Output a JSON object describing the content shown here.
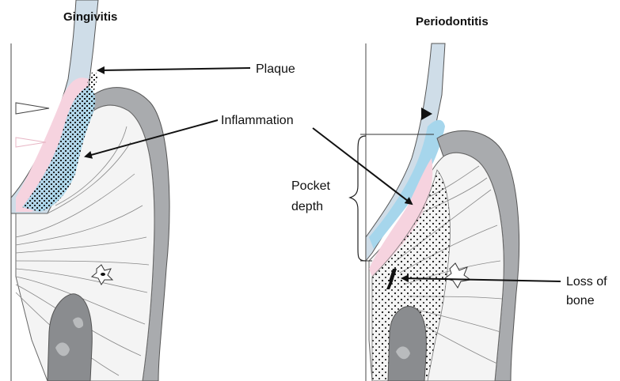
{
  "panels": [
    {
      "title": "Gingivitis"
    },
    {
      "title": "Periodontitis"
    }
  ],
  "labels": {
    "plaque": "Plaque",
    "inflammation": "Inflammation",
    "pocket_line1": "Pocket",
    "pocket_line2": "depth",
    "loss_line1": "Loss of",
    "loss_line2": "bone"
  },
  "colors": {
    "gum_gray": "#a9abae",
    "gum_light": "#efefef",
    "tooth_blue": "#cfdde8",
    "plaque_blue": "#a6d6ec",
    "inflam_pink": "#f6d3df",
    "bone_gray": "#8a8c8f",
    "line": "#222222"
  }
}
